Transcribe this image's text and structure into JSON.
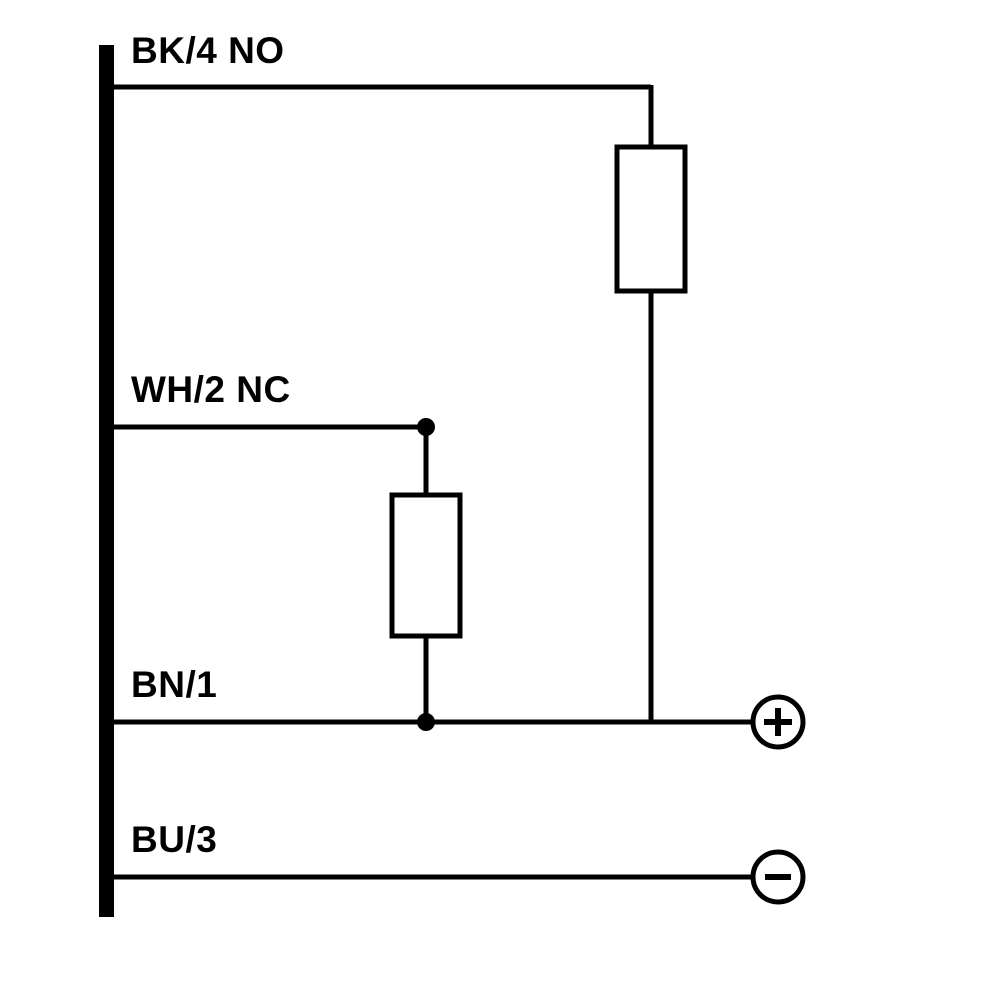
{
  "diagram": {
    "kind": "sensor-wiring-diagram",
    "background_color": "#ffffff",
    "line_color": "#000000",
    "bus_bar": {
      "name": "device-connection-bar"
    },
    "wires": [
      {
        "label": "BK/4 NO"
      },
      {
        "label": "WH/2 NC"
      },
      {
        "label": "BN/1"
      },
      {
        "label": "BU/3"
      }
    ],
    "loads": [
      {
        "name": "load-resistor-no",
        "connected_wire": "BK/4 NO"
      },
      {
        "name": "load-resistor-nc",
        "connected_wire": "WH/2 NC"
      }
    ],
    "junctions": [
      {
        "name": "junction-wh2nc-load"
      },
      {
        "name": "junction-load-bn1"
      }
    ],
    "terminals": {
      "positive_symbol": "+",
      "negative_symbol": "−",
      "positive_wire": "BN/1",
      "negative_wire": "BU/3"
    }
  }
}
